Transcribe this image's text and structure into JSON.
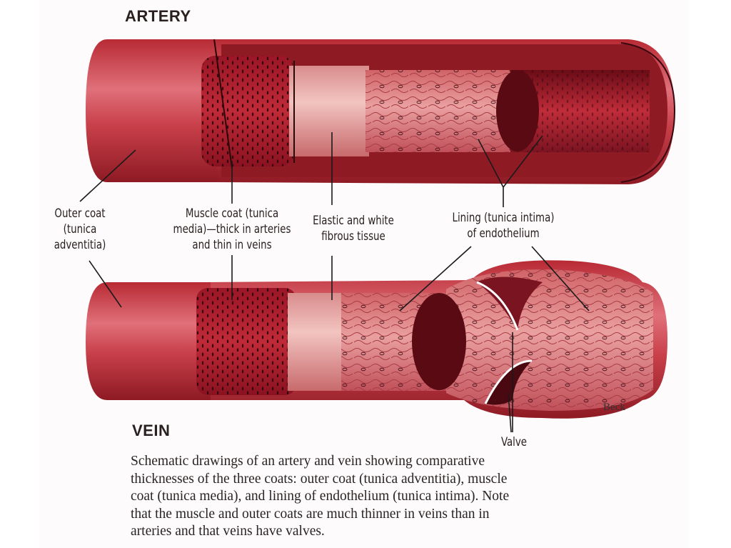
{
  "titles": {
    "artery": "ARTERY",
    "vein": "VEIN"
  },
  "labels": {
    "outer_coat": [
      "Outer coat",
      "(tunica",
      "adventitia)"
    ],
    "muscle_coat": [
      "Muscle coat (tunica",
      "media)—thick in arteries",
      "and thin in veins"
    ],
    "elastic": [
      "Elastic and white",
      "fibrous tissue"
    ],
    "lining": [
      "Lining (tunica intima)",
      "of endothelium"
    ],
    "valve": "Valve"
  },
  "signature": "Beck",
  "caption": [
    "Schematic drawings of an artery and vein showing comparative",
    "thicknesses of the three coats: outer coat (tunica adventitia), muscle",
    "coat (tunica media), and lining of endothelium (tunica intima). Note",
    "that the muscle and outer coats are much thinner in veins than in",
    "arteries and that veins have valves."
  ],
  "colors": {
    "outer": "#c83a44",
    "muscle": "#a81e2c",
    "elastic": "#eab0ac",
    "intima": "#dc7a78",
    "lumen": "#5a0a12"
  }
}
